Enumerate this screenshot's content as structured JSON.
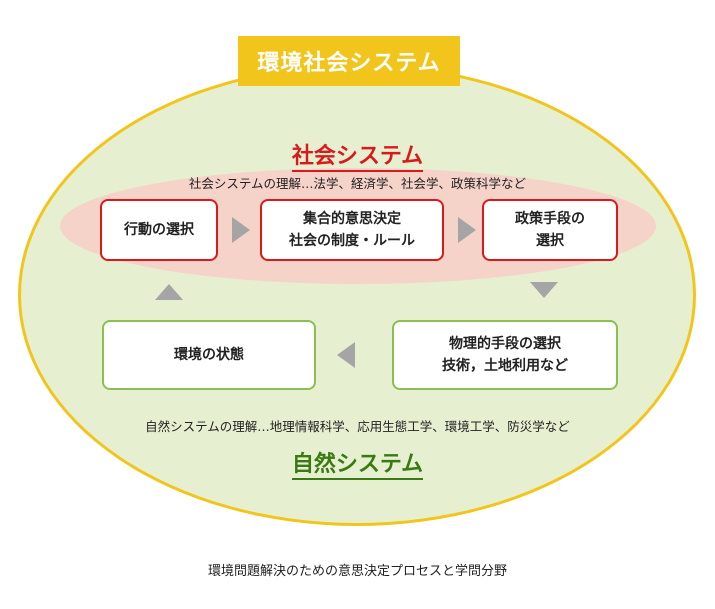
{
  "colors": {
    "outer_fill": "#e6efd0",
    "outer_border": "#f2c51c",
    "inner_fill": "#f6d3c9",
    "social_accent": "#d9191c",
    "natural_accent": "#3a7a12",
    "natural_box_border": "#8cbf52",
    "arrow": "#a5a5a5"
  },
  "title": "環境社会システム",
  "social_system": {
    "title": "社会システム",
    "description": "社会システムの理解…法学、経済学、社会学、政策科学など"
  },
  "natural_system": {
    "title": "自然システム",
    "description": "自然システムの理解…地理情報科学、応用生態工学、環境工学、防災学など"
  },
  "boxes": {
    "action_choice": "行動の選択",
    "collective_decision": "集合的意思決定\n社会の制度・ルール",
    "policy_choice": "政策手段の\n選択",
    "physical_choice": "物理的手段の選択\n技術，土地利用など",
    "env_state": "環境の状態"
  },
  "caption": "環境問題解決のための意思決定プロセスと学問分野"
}
